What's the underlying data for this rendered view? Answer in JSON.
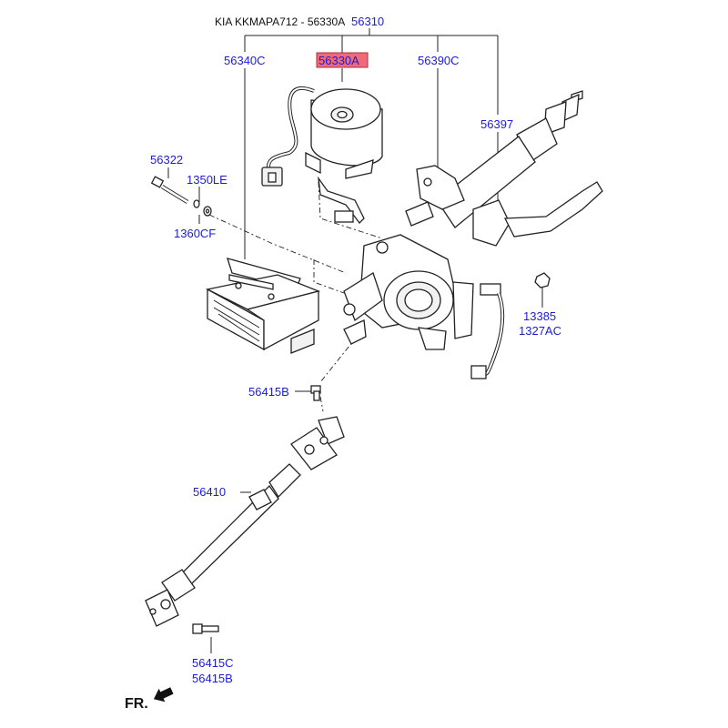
{
  "header": {
    "title": "KIA KKMAPA712 - 56330A",
    "assembly_number": "56310"
  },
  "parts": {
    "p56340C": "56340C",
    "p56330A": "56330A",
    "p56390C": "56390C",
    "p56397": "56397",
    "p56322": "56322",
    "p1350LE": "1350LE",
    "p1360CF": "1360CF",
    "p13385": "13385",
    "p1327AC": "1327AC",
    "p56415B_top": "56415B",
    "p56410": "56410",
    "p56415C": "56415C",
    "p56415B_bottom": "56415B"
  },
  "highlight": {
    "color": "#f06a7a",
    "part": "56330A"
  },
  "colors": {
    "part_number": "#1c1cd6",
    "line": "#222222"
  },
  "direction": {
    "label": "FR.",
    "icon": "front-arrow-icon"
  }
}
